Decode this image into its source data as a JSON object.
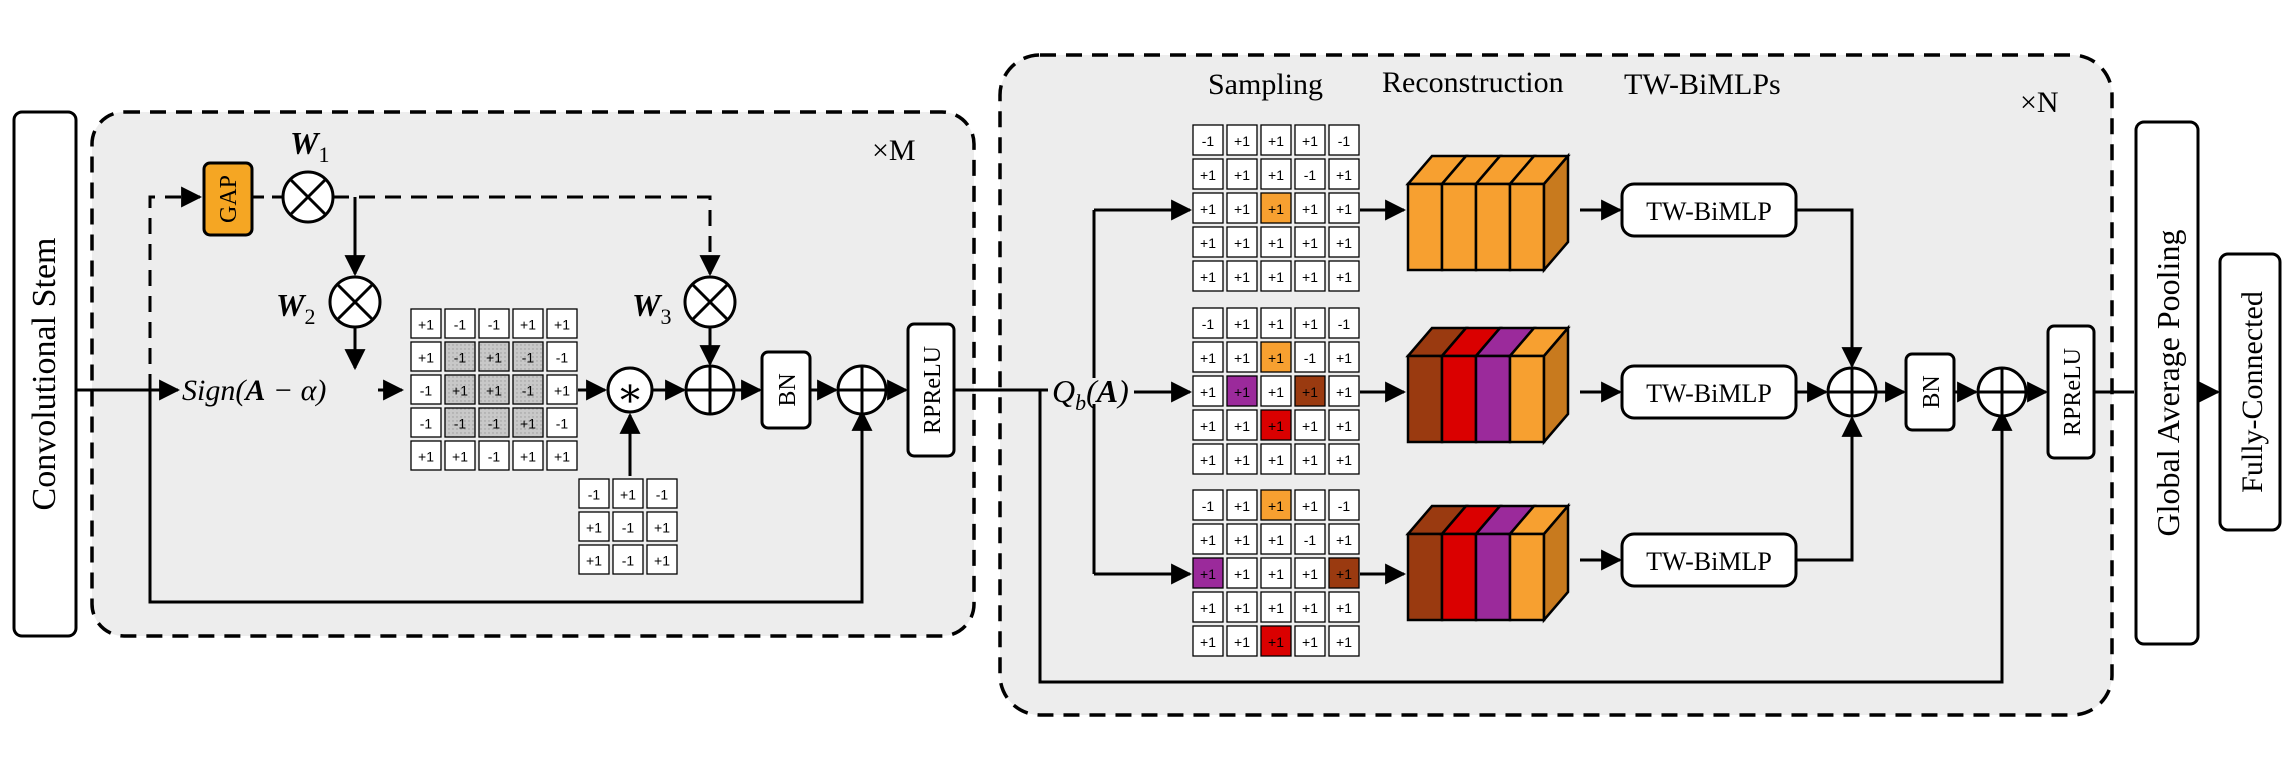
{
  "stem_label": "Convolutional Stem",
  "gap_label": "GAP",
  "w1": {
    "main": "W",
    "sub": "1"
  },
  "w2": {
    "main": "W",
    "sub": "2"
  },
  "w3": {
    "main": "W",
    "sub": "3"
  },
  "sign_expr": {
    "prefix": "Sign(",
    "a": "A",
    "rest": " − α)"
  },
  "conv_symbol": "∗",
  "plus_symbol": "⊕",
  "bn_label": "BN",
  "rprelu_label": "RPReLU",
  "repeat_m": "×M",
  "repeat_n": "×N",
  "qb_expr": {
    "q": "Q",
    "sub": "b",
    "open": "(",
    "a": "A",
    "close": ")"
  },
  "col_headers": {
    "sampling": "Sampling",
    "reconstruction": "Reconstruction",
    "twbimlps": "TW-BiMLPs"
  },
  "twbimlp_label": "TW-BiMLP",
  "gap_full_label": "Global Average Pooling",
  "fc_label": "Fully-Connected",
  "grid_main": [
    [
      "+1",
      "-1",
      "-1",
      "+1",
      "+1"
    ],
    [
      "+1",
      "-1",
      "+1",
      "-1",
      "-1"
    ],
    [
      "-1",
      "+1",
      "+1",
      "-1",
      "+1"
    ],
    [
      "-1",
      "-1",
      "-1",
      "+1",
      "-1"
    ],
    [
      "+1",
      "+1",
      "-1",
      "+1",
      "+1"
    ]
  ],
  "kernel": [
    [
      "-1",
      "+1",
      "-1"
    ],
    [
      "+1",
      "-1",
      "+1"
    ],
    [
      "+1",
      "-1",
      "+1"
    ]
  ],
  "grid_sample": [
    [
      "-1",
      "+1",
      "+1",
      "+1",
      "-1"
    ],
    [
      "+1",
      "+1",
      "+1",
      "-1",
      "+1"
    ],
    [
      "+1",
      "+1",
      "+1",
      "+1",
      "+1"
    ],
    [
      "+1",
      "+1",
      "+1",
      "+1",
      "+1"
    ],
    [
      "+1",
      "+1",
      "+1",
      "+1",
      "+1"
    ]
  ],
  "grid_sample2": [
    [
      "-1",
      "+1",
      "+1",
      "+1",
      "-1"
    ],
    [
      "+1",
      "+1",
      "+1",
      "-1",
      "+1"
    ],
    [
      "+1",
      "+1",
      "+1",
      "+1",
      "+1"
    ],
    [
      "+1",
      "+1",
      "+1",
      "+1",
      "+1"
    ],
    [
      "+1",
      "+1",
      "+1",
      "+1",
      "+1"
    ]
  ],
  "grid_sample3": [
    [
      "-1",
      "+1",
      "+1",
      "+1",
      "-1"
    ],
    [
      "+1",
      "+1",
      "+1",
      "-1",
      "+1"
    ],
    [
      "+1",
      "+1",
      "+1",
      "+1",
      "+1"
    ],
    [
      "+1",
      "+1",
      "+1",
      "+1",
      "+1"
    ],
    [
      "+1",
      "+1",
      "+1",
      "+1",
      "+1"
    ]
  ],
  "colors": {
    "orange": "#F7A030",
    "dark_orange": "#9A3A10",
    "red": "#DA0000",
    "purple": "#9B2A9B",
    "gap_fill": "#F5A623",
    "panel_fill": "#EDEDED",
    "cell_gray": "#C8C8C8"
  }
}
